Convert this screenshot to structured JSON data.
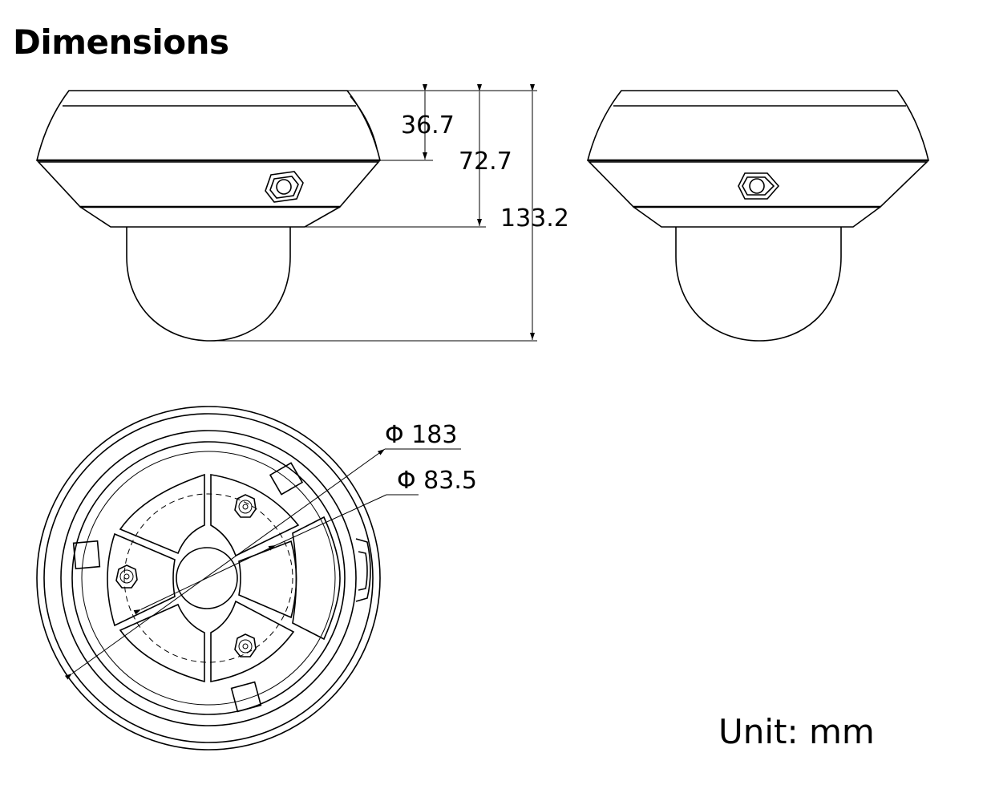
{
  "title": "Dimensions",
  "dimensions": {
    "height_top_cover": "36.7",
    "height_to_base": "72.7",
    "height_total": "133.2",
    "diameter_outer": "Φ 183",
    "diameter_inner": "Φ 83.5"
  },
  "unit_label": "Unit: mm"
}
